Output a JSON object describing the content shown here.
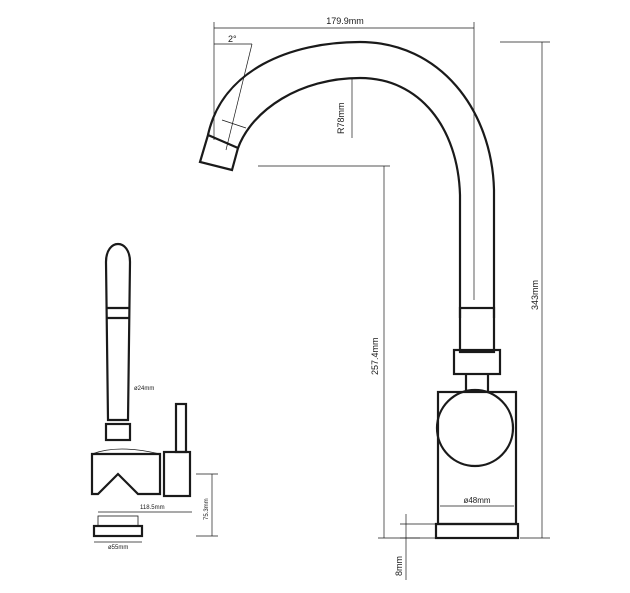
{
  "drawing": {
    "side_view": {
      "width_dim": "179.9mm",
      "angle_dim": "2°",
      "radius_dim": "R78mm",
      "height_total_dim": "343mm",
      "spout_height_dim": "257.4mm",
      "body_dia_dim": "ø48mm",
      "base_thickness_dim": "8mm"
    },
    "front_view": {
      "handle_dia_dim": "ø24mm",
      "body_width_dim": "118.5mm",
      "body_height_dim": "75.3mm",
      "base_dia_dim": "ø55mm"
    }
  }
}
